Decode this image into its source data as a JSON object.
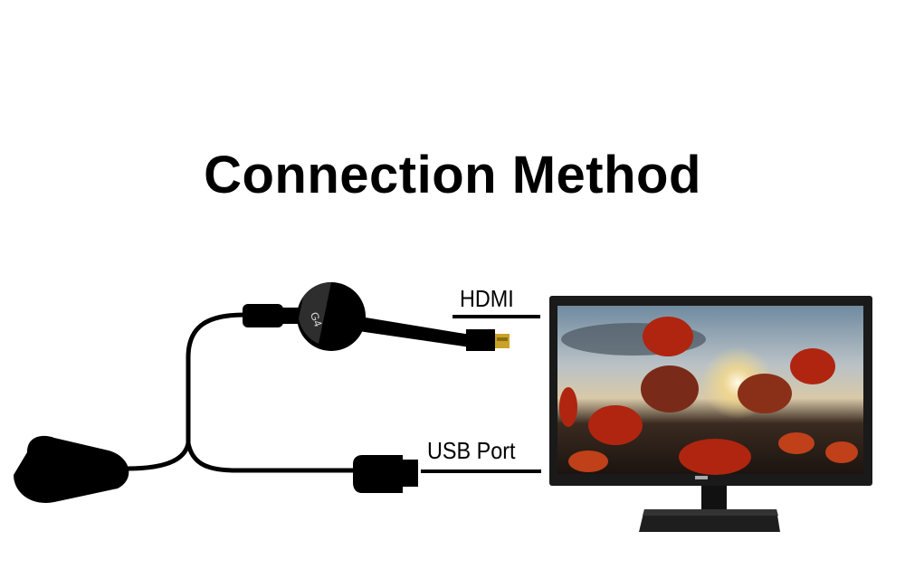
{
  "title": "Connection Method",
  "labels": {
    "hdmi": "HDMI",
    "usb": "USB Port"
  },
  "device": {
    "name": "G4",
    "type": "wireless display dongle"
  },
  "components": [
    "power adapter",
    "Y-cable",
    "G4 dongle",
    "HDMI plug",
    "USB plug",
    "monitor"
  ],
  "colors": {
    "background": "#ffffff",
    "cable": "#000000",
    "hdmi_tip": "#c9a227"
  }
}
